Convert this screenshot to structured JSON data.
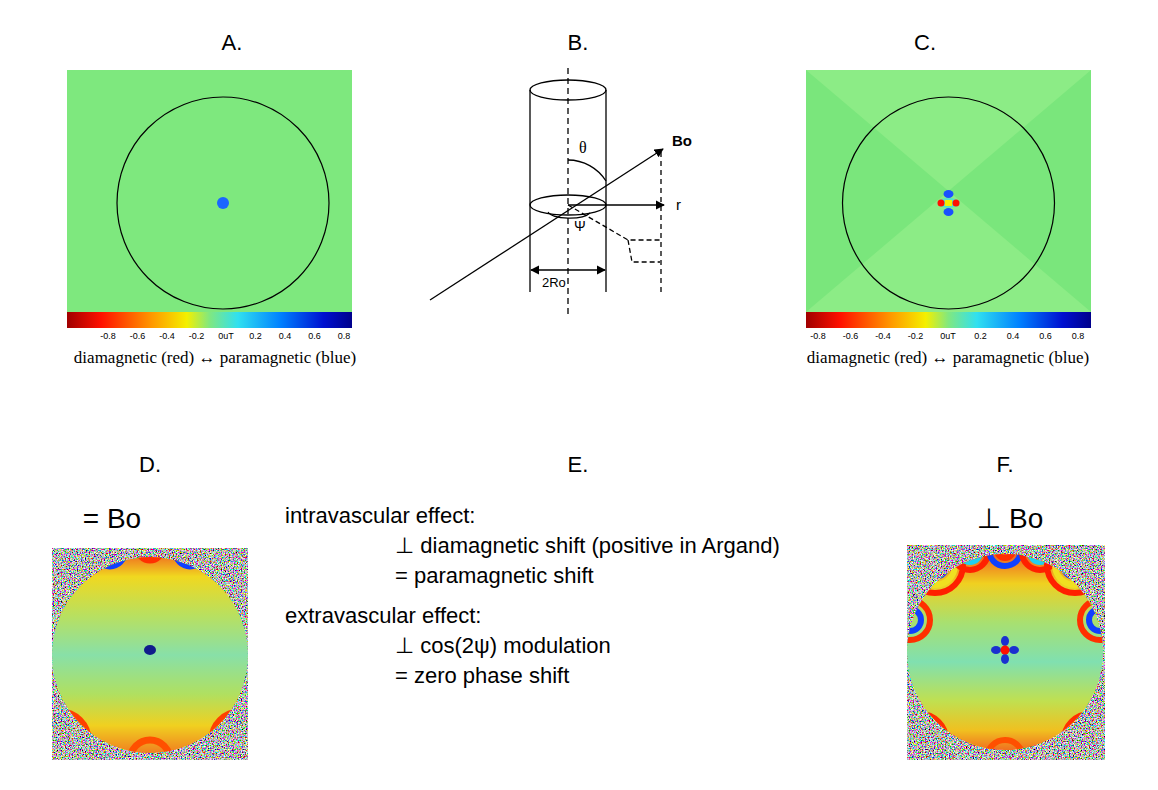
{
  "diagram": {
    "labels": [
      "A.",
      "B.",
      "C.",
      "-0.8",
      "-0.6",
      "-0.4",
      "-0.2",
      "0uT",
      "0.2",
      "0.4",
      "0.6",
      "0.8",
      "diamagnetic (red) ↔ paramagnetic (blue)",
      "θ",
      "Bo",
      "r",
      "Ψ",
      "2Ro",
      "-0.8",
      "-0.6",
      "-0.4",
      "-0.2",
      "0uT",
      "0.2",
      "0.4",
      "0.6",
      "0.8",
      "diamagnetic (red) ↔ paramagnetic (blue)",
      "D.",
      "E.",
      "F.",
      "= Bo",
      "intravascular effect:",
      "⊥ diamagnetic shift (positive in Argand)",
      "= paramagnetic shift",
      "extravascular effect:",
      "⊥ cos(2ψ) modulation",
      "= zero phase shift",
      "⊥ Bo"
    ]
  }
}
